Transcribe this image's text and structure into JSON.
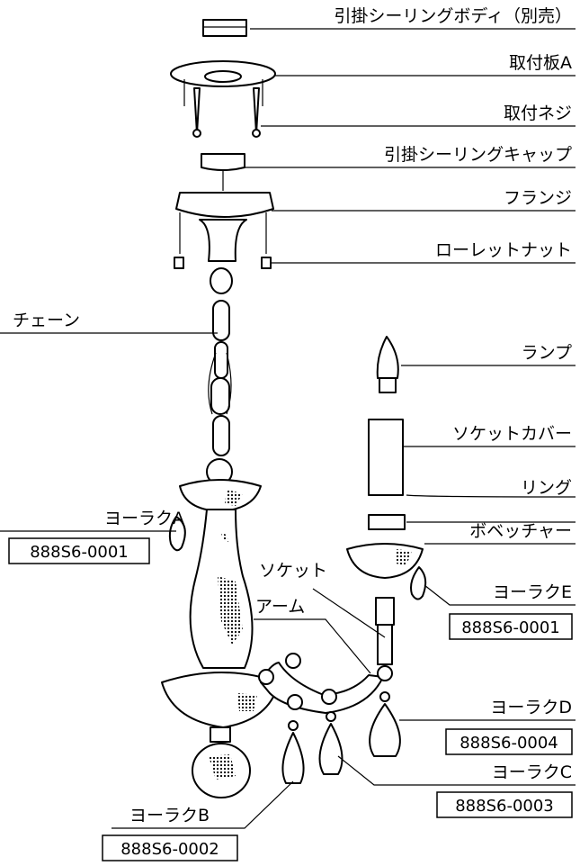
{
  "labels": {
    "ceiling_body": "引掛シーリングボディ（別売）",
    "mount_plate": "取付板A",
    "mount_screw": "取付ネジ",
    "ceiling_cap": "引掛シーリングキャップ",
    "flange": "フランジ",
    "knurled_nut": "ローレットナット",
    "chain": "チェーン",
    "lamp": "ランプ",
    "socket_cover": "ソケットカバー",
    "ring": "リング",
    "bobeche": "ボベッチャー",
    "socket": "ソケット",
    "arm": "アーム",
    "yoraku_a": "ヨーラクA",
    "yoraku_b": "ヨーラクB",
    "yoraku_c": "ヨーラクC",
    "yoraku_d": "ヨーラクD",
    "yoraku_e": "ヨーラクE"
  },
  "codes": {
    "yoraku_a": "888S6-0001",
    "yoraku_b": "888S6-0002",
    "yoraku_c": "888S6-0003",
    "yoraku_d": "888S6-0004",
    "yoraku_e": "888S6-0001"
  }
}
